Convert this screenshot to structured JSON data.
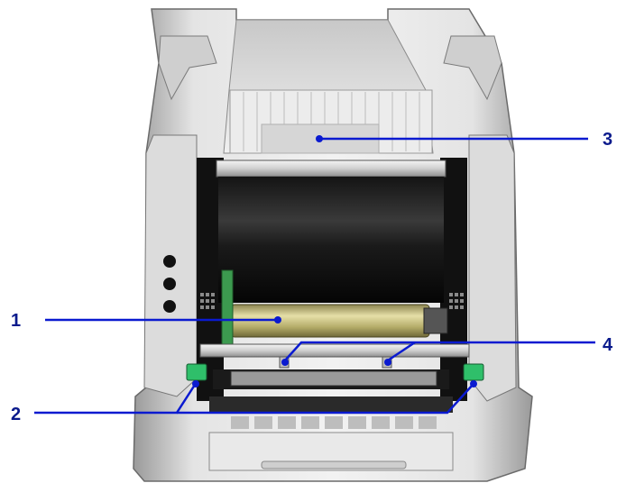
{
  "diagram": {
    "callouts": [
      {
        "id": "1",
        "label": "1"
      },
      {
        "id": "2",
        "label": "2"
      },
      {
        "id": "3",
        "label": "3"
      },
      {
        "id": "4",
        "label": "4"
      }
    ]
  },
  "colors": {
    "callout_text": "#0a1a8c",
    "callout_line": "#0a1ad0",
    "housing_light": "#e6e6e6",
    "housing_mid": "#bdbdbd",
    "ribbon_black": "#0b0b0b",
    "supply_core": "#c9bf7a",
    "latch_green": "#2fbf6a"
  }
}
